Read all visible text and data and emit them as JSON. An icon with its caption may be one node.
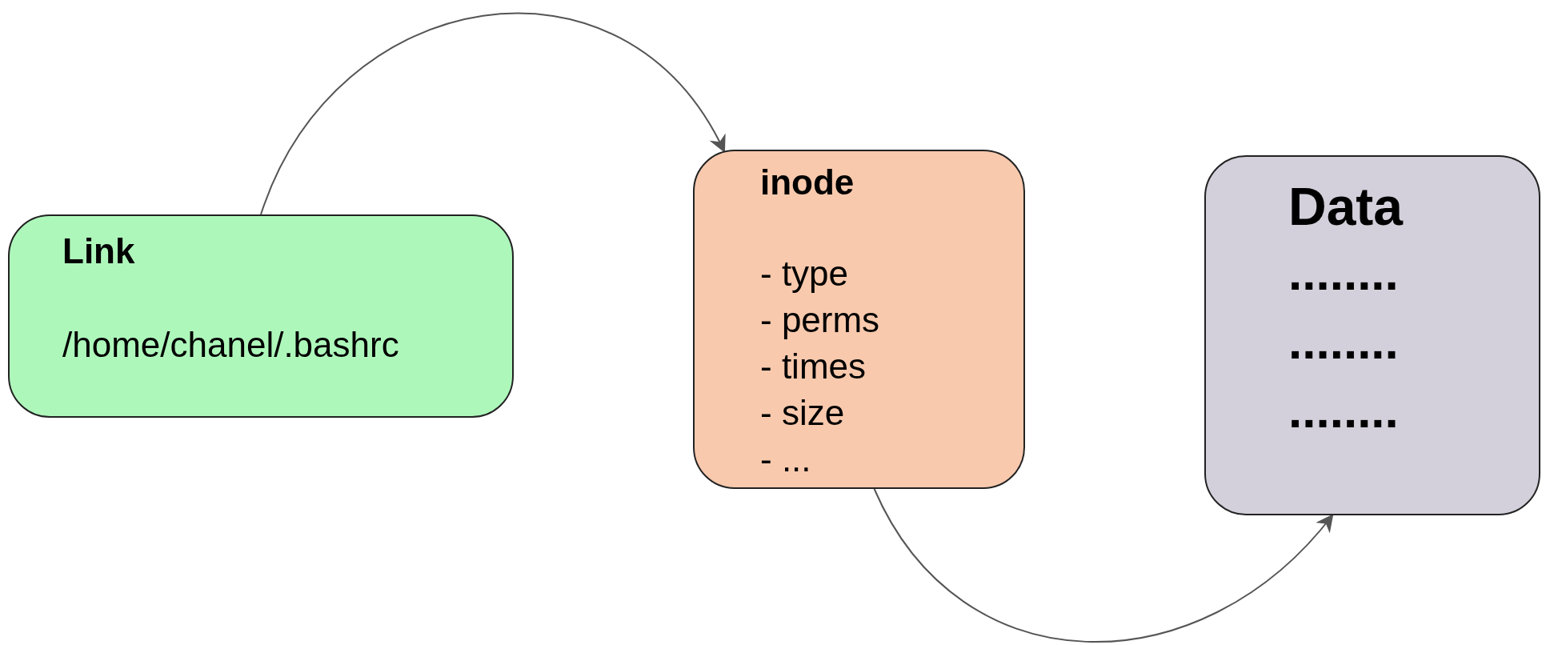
{
  "diagram": {
    "nodes": [
      {
        "text": [
          "Link",
          "/home/chanel/.bashrc"
        ]
      },
      {
        "text": [
          "inode",
          "- type",
          "- perms",
          "- times",
          "- size",
          "- ..."
        ]
      },
      {
        "text": [
          "Data",
          "........",
          "........",
          "........"
        ]
      }
    ],
    "edges": [
      {
        "from": 0,
        "to": 1,
        "arrow": "to"
      },
      {
        "from": 1,
        "to": 2,
        "arrow": "to"
      }
    ]
  }
}
